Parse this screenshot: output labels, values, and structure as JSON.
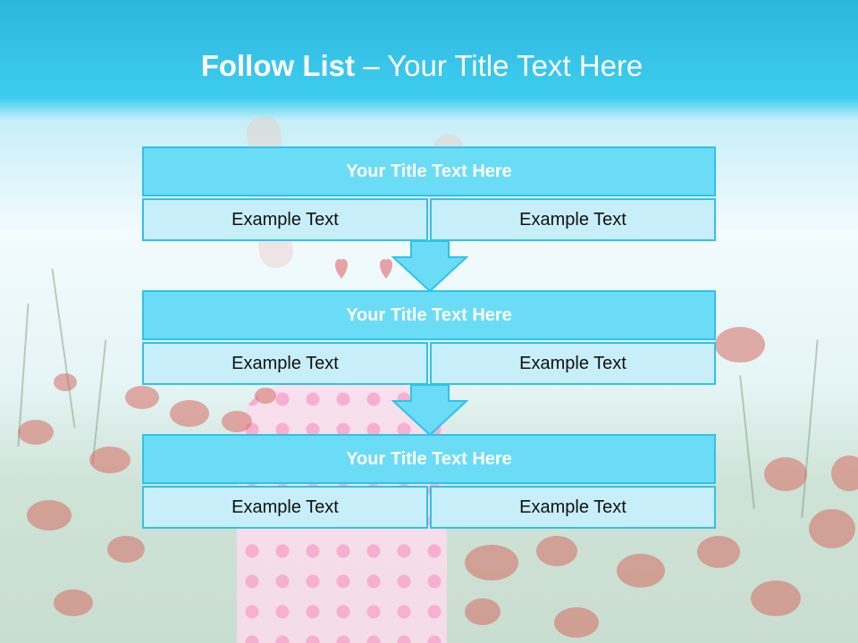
{
  "slide": {
    "title_bold": "Follow List",
    "title_rest": " – Your Title Text Here"
  },
  "colors": {
    "header_fill": "#6adcf6",
    "border": "#2ec3ea",
    "cell_fill": "#c7eef9",
    "top_band": "#3ecdef"
  },
  "steps": [
    {
      "title": "Your Title Text Here",
      "left": "Example Text",
      "right": "Example Text"
    },
    {
      "title": "Your Title Text Here",
      "left": "Example Text",
      "right": "Example Text"
    },
    {
      "title": "Your Title Text Here",
      "left": "Example Text",
      "right": "Example Text"
    }
  ],
  "connectors": [
    "down-arrow-icon",
    "down-arrow-icon"
  ]
}
